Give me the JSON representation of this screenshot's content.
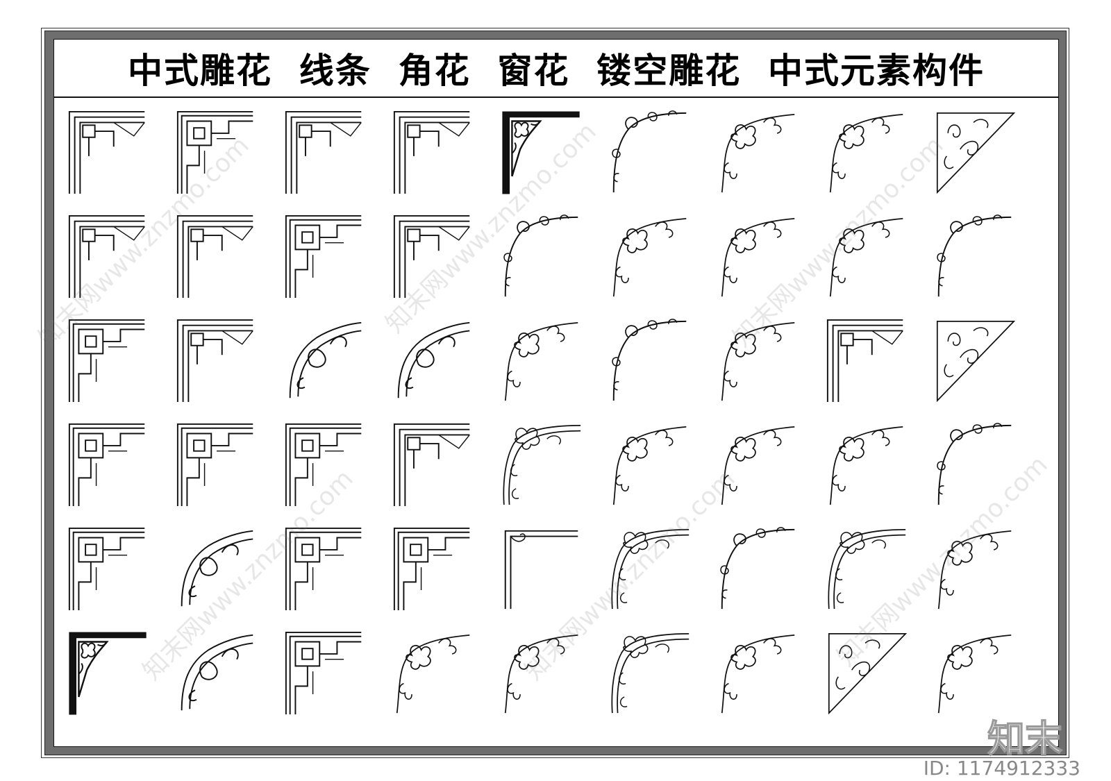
{
  "title": "中式雕花  线条  角花  窗花  镂空雕花  中式元素构件",
  "watermark": {
    "logo": "知末",
    "id": "ID: 1174912333",
    "site": "知末网www.znzmo.com"
  },
  "grid": {
    "rows": 6,
    "cols": 9,
    "styles": [
      [
        "fret",
        "fret-key",
        "fret",
        "fret",
        "ornate-dark",
        "curl",
        "floral",
        "floral",
        "scroll"
      ],
      [
        "fret",
        "fret",
        "fret-key",
        "fret",
        "curl",
        "floral",
        "floral",
        "floral",
        "curl"
      ],
      [
        "fret-key",
        "fret",
        "cloud",
        "cloud",
        "floral",
        "curl",
        "floral",
        "fret",
        "scroll"
      ],
      [
        "fret-key",
        "fret-key",
        "fret-key",
        "fret",
        "ornate",
        "floral",
        "floral",
        "floral",
        "curl"
      ],
      [
        "fret-key",
        "cloud",
        "fret-key",
        "fret-key",
        "line",
        "ornate",
        "curl",
        "ornate",
        "floral"
      ],
      [
        "ornate-dark",
        "cloud",
        "fret-key",
        "floral",
        "floral",
        "ornate",
        "floral",
        "scroll",
        "floral"
      ]
    ]
  },
  "colors": {
    "frame": "#6e6e6e",
    "ink": "#111111",
    "paper": "#ffffff"
  }
}
